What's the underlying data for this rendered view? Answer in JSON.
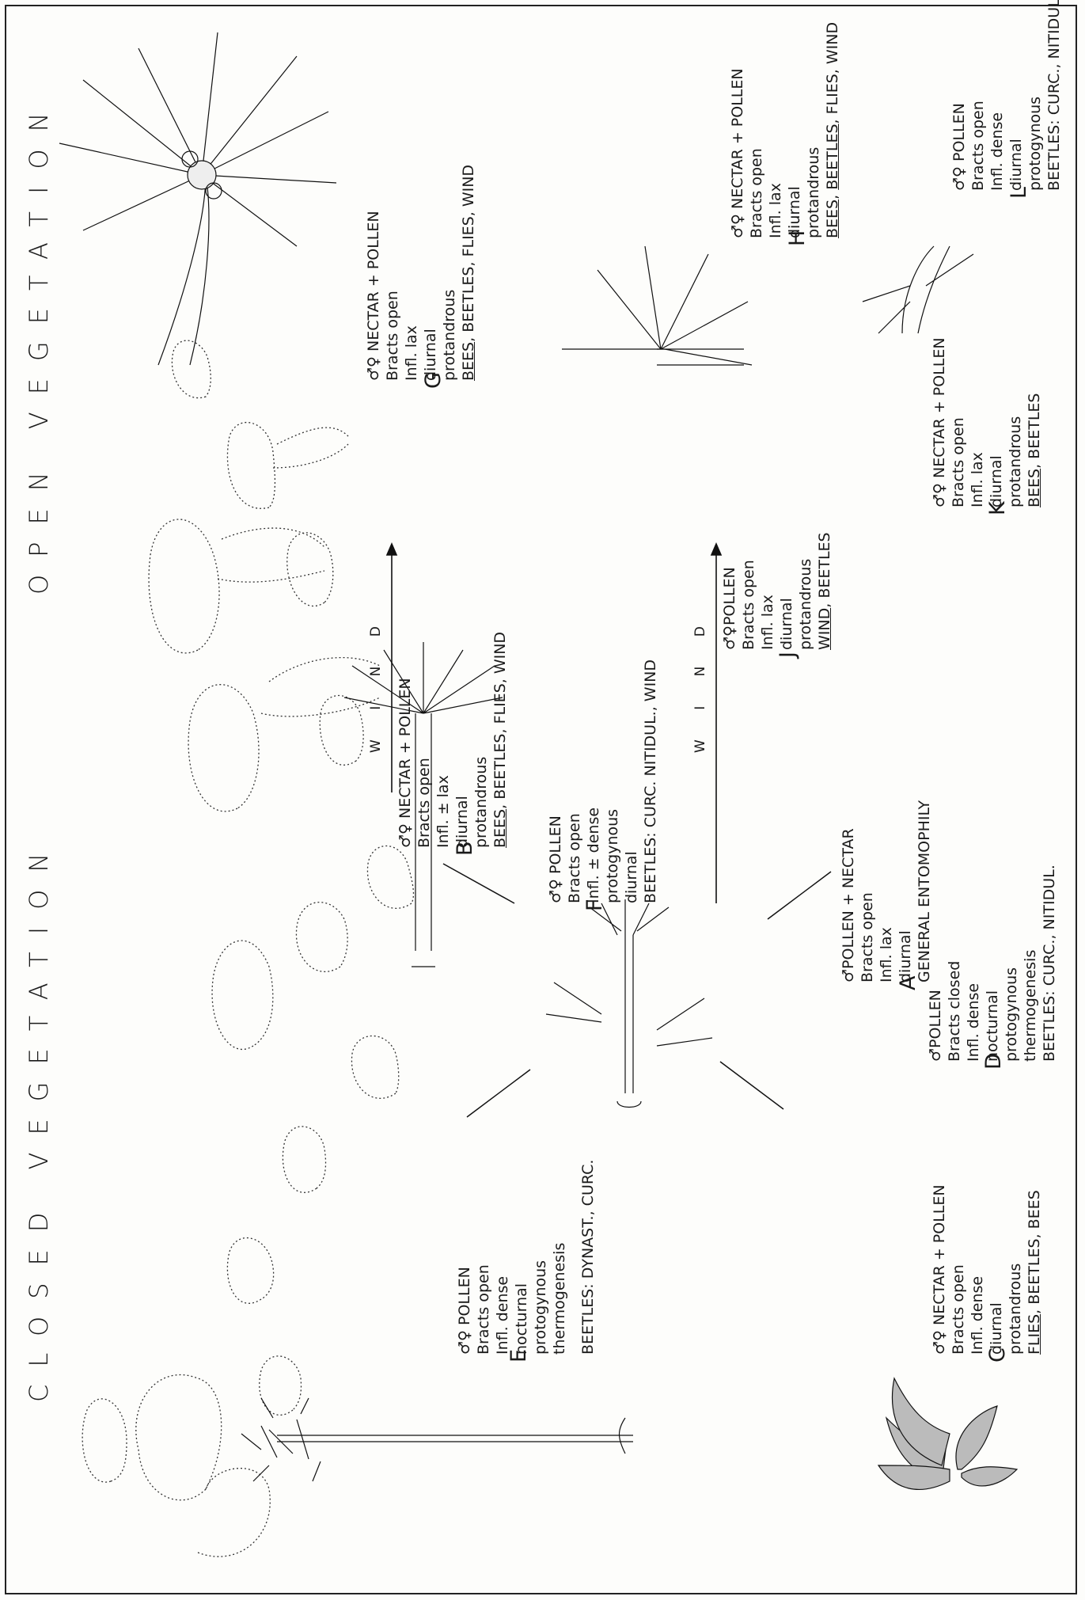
{
  "headings": {
    "closed": "CLOSED VEGETATION",
    "open": "OPEN VEGETATION"
  },
  "wind_label": "W I N D",
  "groups": {
    "A": {
      "letter": "A",
      "lines": [
        "♂︎POLLEN + NECTAR",
        "Bracts open",
        "Infl. lax",
        "diurnal",
        "GENERAL ENTOMOPHILY"
      ]
    },
    "B": {
      "letter": "B",
      "lines": [
        "♂︎♀︎ NECTAR + POLLEN",
        "Bracts open",
        "Infl. ± lax",
        "diurnal",
        "protandrous"
      ],
      "last_u": "BEES",
      "last_rest": ", BEETLES, FLIES, WIND"
    },
    "C": {
      "letter": "C",
      "lines": [
        "♂︎♀︎ NECTAR + POLLEN",
        "Bracts open",
        "Infl. dense",
        "diurnal",
        "protandrous"
      ],
      "last_u": "FLIES",
      "last_rest": ", BEETLES, BEES"
    },
    "D": {
      "letter": "D",
      "lines": [
        "♂︎POLLEN",
        "Bracts closed",
        "Infl. dense",
        "nocturnal",
        "protogynous",
        "thermogenesis",
        "BEETLES: CURC., NITIDUL."
      ]
    },
    "E": {
      "letter": "E",
      "lines": [
        "♂︎♀︎ POLLEN",
        "Bracts open",
        "Infl. dense",
        "nocturnal",
        "protogynous",
        "thermogenesis",
        "BEETLES: DYNAST., CURC."
      ]
    },
    "F": {
      "letter": "F",
      "lines": [
        "♂︎♀︎ POLLEN",
        "Bracts open",
        "Infl. ± dense",
        "protogynous",
        "diurnal",
        "BEETLES: CURC. NITIDUL., WIND"
      ]
    },
    "G": {
      "letter": "G",
      "lines": [
        "♂︎♀︎ NECTAR + POLLEN",
        "Bracts open",
        "Infl. lax",
        "diurnal",
        "protandrous"
      ],
      "last_u": "BEES",
      "last_rest": ", BEETLES, FLIES, WIND"
    },
    "H": {
      "letter": "H",
      "lines": [
        "♂︎♀︎ NECTAR + POLLEN",
        "Bracts open",
        "Infl. lax",
        "diurnal",
        "protandrous"
      ],
      "last_u": "BEES",
      "last_mid": ", ",
      "last_u2": "BEETLES",
      "last_rest": ", FLIES, WIND"
    },
    "J": {
      "letter": "J",
      "lines": [
        "♂︎♀︎POLLEN",
        "Bracts open",
        "Infl. lax",
        "diurnal",
        "protandrous"
      ],
      "last_u": "WIND",
      "last_rest": ", BEETLES"
    },
    "K": {
      "letter": "K",
      "lines": [
        "♂︎♀︎ NECTAR + POLLEN",
        "Bracts open",
        "Infl. lax",
        "diurnal",
        "protandrous"
      ],
      "last_u": "BEES",
      "last_rest": ", BEETLES"
    },
    "L": {
      "letter": "L",
      "lines": [
        "♂︎♀︎ POLLEN",
        "Bracts open",
        "Infl. dense",
        "diurnal",
        "protogynous",
        "BEETLES: CURC., NITIDUL."
      ]
    }
  }
}
